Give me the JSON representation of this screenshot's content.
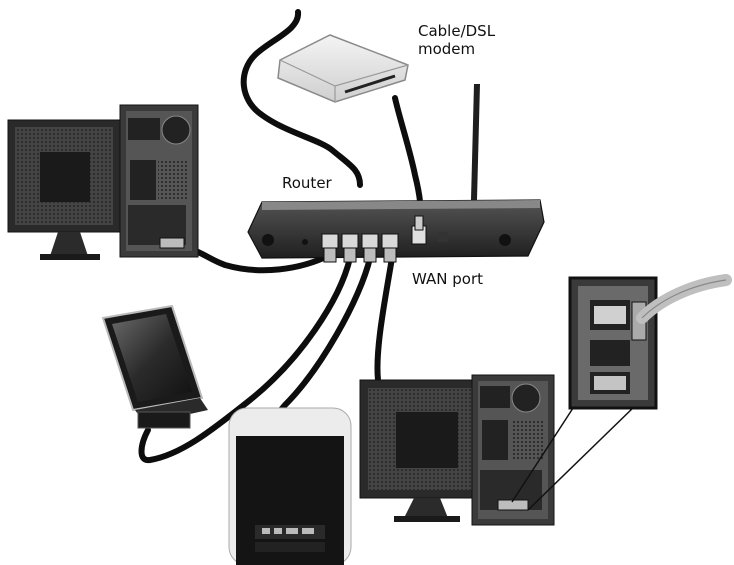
{
  "labels": {
    "modem_line1": "Cable/DSL",
    "modem_line2": "modem",
    "router": "Router",
    "wan_port": "WAN port"
  },
  "devices": [
    "cable-dsl-modem",
    "router",
    "desktop-computer-left",
    "laptop-computer",
    "all-in-one-computer",
    "desktop-computer-right"
  ],
  "colors": {
    "cable": "#0d0d0d",
    "device_dark": "#2a2a2a",
    "device_light": "#e6e6e6",
    "line_accent": "#bfbfbf"
  }
}
